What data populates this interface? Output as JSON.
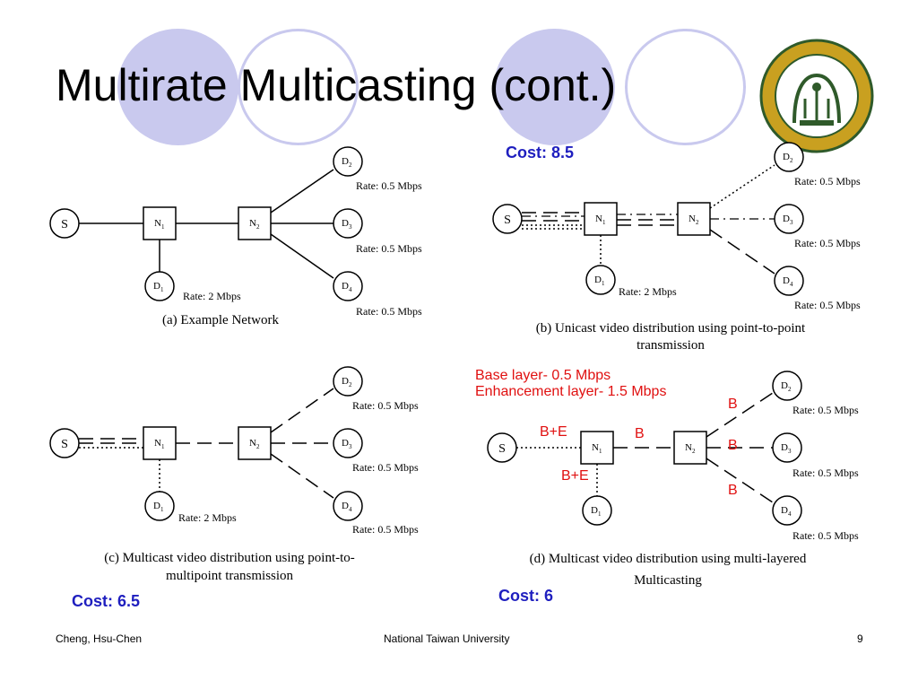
{
  "title": "Multirate Multicasting (cont.)",
  "colors": {
    "decoration": "#c9c9ee",
    "cost": "#1f1fbf",
    "annotation": "#e01010",
    "logo_gold": "#c9a020",
    "logo_green": "#2f5a2a"
  },
  "nodes": {
    "source": "S",
    "n1": "N",
    "n2": "N",
    "d1": "D",
    "d2": "D",
    "d3": "D",
    "d4": "D",
    "sub1": "1",
    "sub2": "2",
    "sub3": "3",
    "sub4": "4"
  },
  "rates": {
    "d1": "Rate: 2 Mbps",
    "d234": "Rate: 0.5 Mbps"
  },
  "captions": {
    "a": "(a) Example Network",
    "b1": "(b) Unicast video distribution using point-to-point",
    "b2": "transmission",
    "c1": "(c)  Multicast video distribution using point-to-",
    "c2": "multipoint transmission",
    "d1": "(d) Multicast video distribution using multi-layered",
    "d2": "Multicasting"
  },
  "costs": {
    "b": "Cost: 8.5",
    "c": "Cost: 6.5",
    "d": "Cost: 6"
  },
  "layers": {
    "base": "Base layer-  0.5 Mbps",
    "enhancement": "Enhancement layer- 1.5 Mbps",
    "be": "B+E",
    "b": "B"
  },
  "footer": {
    "author": "Cheng, Hsu-Chen",
    "institution": "National Taiwan University",
    "page": "9"
  }
}
